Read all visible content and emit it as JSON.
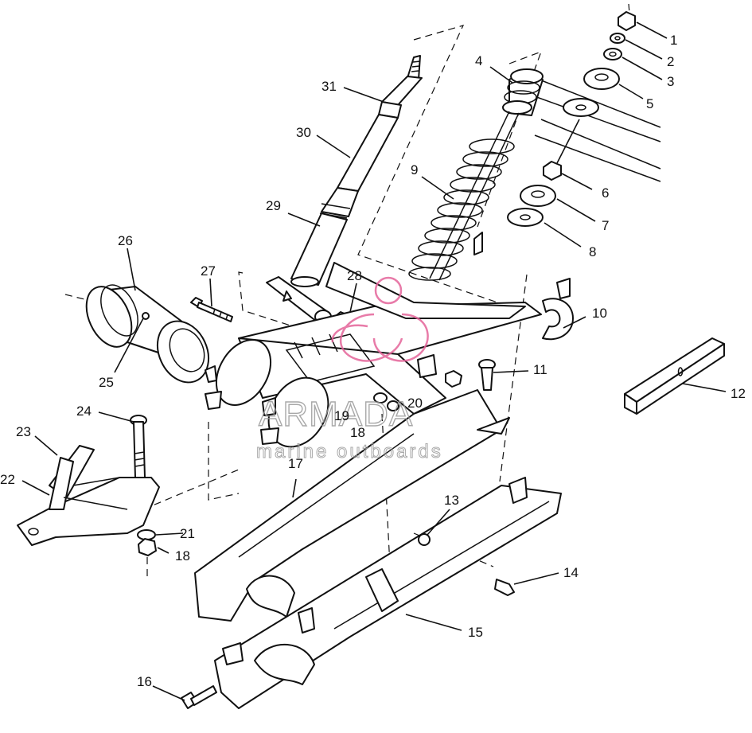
{
  "callouts": [
    "1",
    "2",
    "3",
    "4",
    "5",
    "6",
    "7",
    "8",
    "9",
    "10",
    "11",
    "12",
    "13",
    "14",
    "15",
    "16",
    "17",
    "18",
    "18",
    "19",
    "20",
    "21",
    "22",
    "23",
    "24",
    "25",
    "26",
    "27",
    "28",
    "29",
    "30",
    "31"
  ],
  "watermark": {
    "brand": "ARMADA",
    "tagline": "marine outboards",
    "logo_color": "#e4649a"
  }
}
